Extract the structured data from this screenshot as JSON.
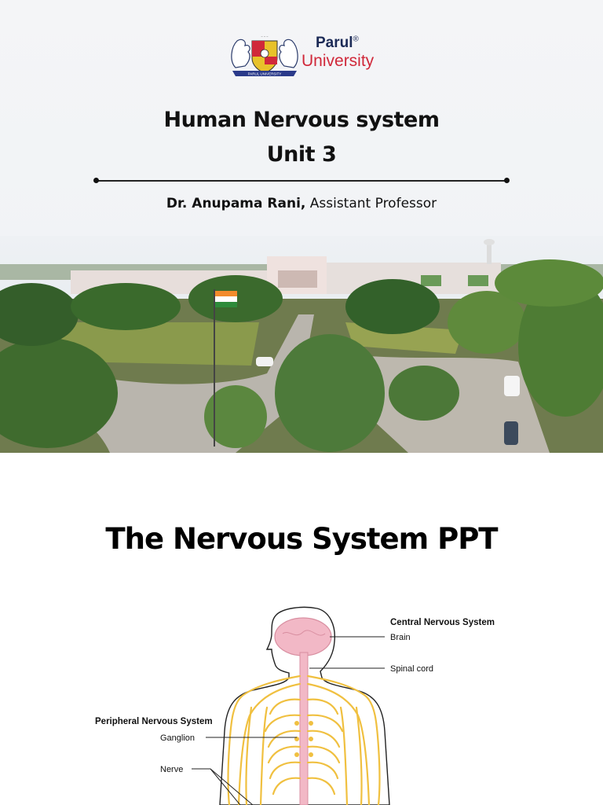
{
  "cover": {
    "brand_name": "Parul",
    "brand_reg": "®",
    "brand_sub": "University",
    "seal_text": "PARUL UNIVERSITY",
    "title_line1": "Human Nervous system",
    "title_line2": "Unit 3",
    "author_name": "Dr. Anupama Rani,",
    "author_role": " Assistant Professor"
  },
  "slide2": {
    "title": "The Nervous System PPT"
  },
  "diagram": {
    "cns_heading": "Central Nervous System",
    "brain": "Brain",
    "spinal_cord": "Spinal cord",
    "pns_heading": "Peripheral Nervous System",
    "ganglion": "Ganglion",
    "nerve": "Nerve"
  },
  "colors": {
    "brand_navy": "#1b2a56",
    "brand_red": "#d0283a",
    "nerve_yellow": "#f0c040",
    "brain_pink": "#f2b8c6"
  }
}
